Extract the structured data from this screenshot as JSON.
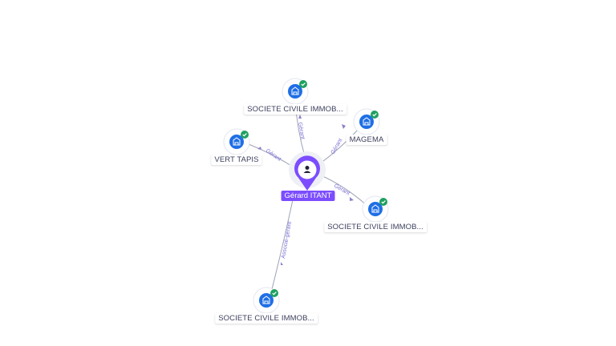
{
  "colors": {
    "accent": "#7c4dff",
    "company_icon_bg": "#1f6fe5",
    "badge": "#20a060",
    "edge": "#9ea3b8",
    "edge_label": "#7b6fd6"
  },
  "center_node": {
    "label": "Gérard ITANT",
    "icon": "person-icon"
  },
  "companies": [
    {
      "id": "c1",
      "label": "SOCIETE CIVILE IMMOB...",
      "icon": "building-icon",
      "badge": "check-icon"
    },
    {
      "id": "c2",
      "label": "MAGEMA",
      "icon": "building-icon",
      "badge": "check-icon"
    },
    {
      "id": "c3",
      "label": "VERT TAPIS",
      "icon": "building-icon",
      "badge": "check-icon"
    },
    {
      "id": "c4",
      "label": "SOCIETE CIVILE IMMOB...",
      "icon": "building-icon",
      "badge": "check-icon"
    },
    {
      "id": "c5",
      "label": "SOCIETE CIVILE IMMOB...",
      "icon": "building-icon",
      "badge": "check-icon"
    }
  ],
  "edges": [
    {
      "to": "c1",
      "label": "Gérant"
    },
    {
      "to": "c2",
      "label": "Gérant"
    },
    {
      "to": "c3",
      "label": "Gérant"
    },
    {
      "to": "c4",
      "label": "Gérant"
    },
    {
      "to": "c5",
      "label": "Associé-gérant"
    }
  ]
}
